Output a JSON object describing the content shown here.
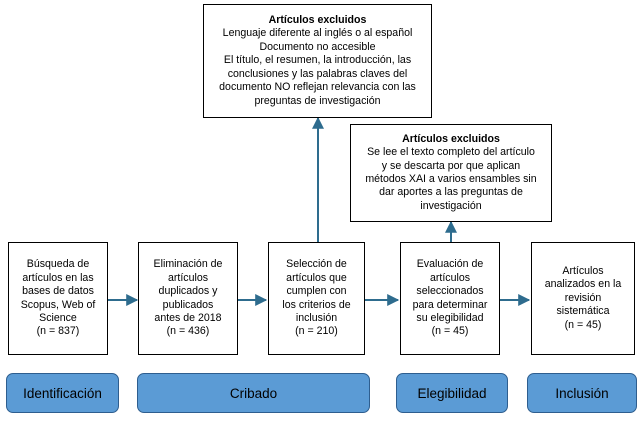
{
  "boxes": {
    "identificacion": {
      "lines": [
        "Búsqueda de",
        "artículos en las",
        "bases de datos",
        "Scopus, Web of",
        "Science",
        "(n = 837)"
      ]
    },
    "duplicados": {
      "lines": [
        "Eliminación de",
        "artículos",
        "duplicados y",
        "publicados",
        "antes de 2018",
        "(n = 436)"
      ]
    },
    "seleccion": {
      "lines": [
        "Selección de",
        "artículos que",
        "cumplen con",
        "los criterios de",
        "inclusión",
        "(n = 210)"
      ]
    },
    "evaluacion": {
      "lines": [
        "Evaluación de",
        "artículos",
        "seleccionados",
        "para determinar",
        "su elegibilidad",
        "(n = 45)"
      ]
    },
    "inclusion": {
      "lines": [
        "Artículos",
        "analizados en la",
        "revisión",
        "sistemática",
        "(n = 45)"
      ]
    },
    "excluidos_cribado": {
      "title": "Artículos excluidos",
      "lines": [
        "Lenguaje diferente al inglés o al español",
        "Documento no accesible",
        "El título, el resumen, la introducción, las",
        "conclusiones y las palabras claves del",
        "documento NO reflejan relevancia con las",
        "preguntas de investigación"
      ]
    },
    "excluidos_elegibilidad": {
      "title": "Artículos excluidos",
      "lines": [
        "Se lee el texto completo del artículo",
        "y se descarta por que aplican",
        "métodos XAI a varios ensambles sin",
        "dar aportes a las preguntas de",
        "investigación"
      ]
    }
  },
  "stages": {
    "identificacion": "Identificación",
    "cribado": "Cribado",
    "elegibilidad": "Elegibilidad",
    "inclusion": "Inclusión"
  },
  "colors": {
    "stage_fill": "#5b9bd5",
    "arrow": "#2e6c8e"
  }
}
